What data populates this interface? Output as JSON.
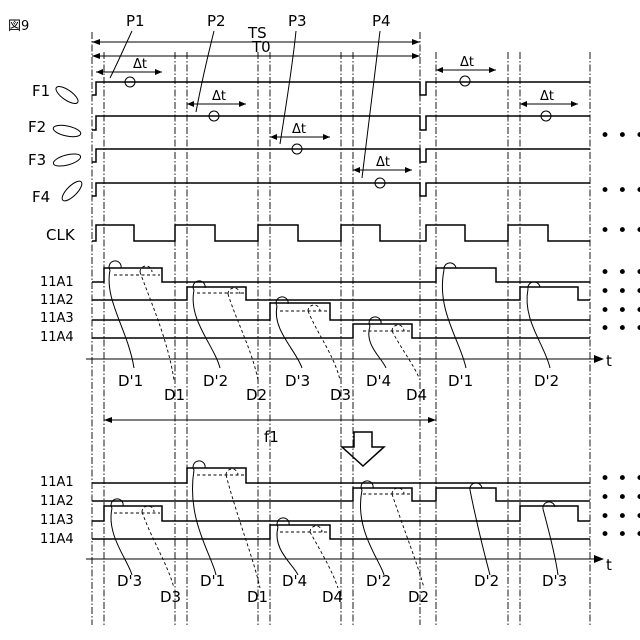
{
  "figure_label": "図9",
  "top": {
    "ts": "TS",
    "t0": "T0",
    "periods": [
      "P1",
      "P2",
      "P3",
      "P4"
    ],
    "dt": "Δt",
    "frames": [
      "F1",
      "F2",
      "F3",
      "F4"
    ],
    "clk": "CLK",
    "rows": [
      "11A1",
      "11A2",
      "11A3",
      "11A4"
    ],
    "axis": "t",
    "d_labels": [
      "D'1",
      "D1",
      "D'2",
      "D2",
      "D'3",
      "D3",
      "D'4",
      "D4",
      "D'1",
      "D'2"
    ]
  },
  "f1": "f1",
  "bottom": {
    "rows": [
      "11A1",
      "11A2",
      "11A3",
      "11A4"
    ],
    "axis": "t",
    "d_labels": [
      "D'3",
      "D3",
      "D'1",
      "D1",
      "D'4",
      "D4",
      "D'2",
      "D2",
      "D'2",
      "D'3"
    ]
  },
  "ellipsis": "• • •"
}
